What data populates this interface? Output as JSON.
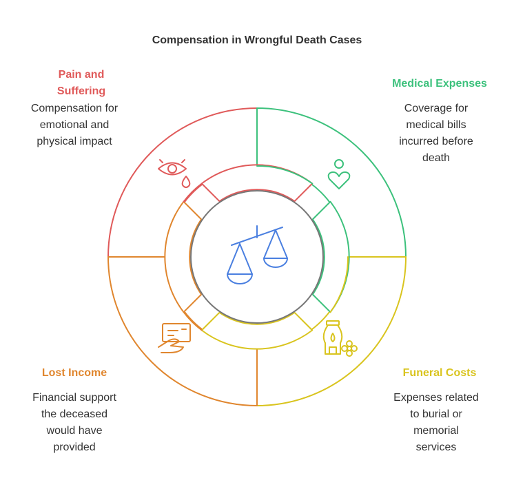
{
  "title": "Compensation in Wrongful Death Cases",
  "sections": {
    "pain": {
      "title_line1": "Pain and",
      "title_line2": "Suffering",
      "desc": [
        "Compensation for",
        "emotional and",
        "physical impact"
      ],
      "color": "#e05a5a"
    },
    "medical": {
      "title": "Medical Expenses",
      "desc": [
        "Coverage for",
        "medical bills",
        "incurred before",
        "death"
      ],
      "color": "#3cc17c"
    },
    "lost": {
      "title": "Lost Income",
      "desc": [
        "Financial support",
        "the deceased",
        "would have",
        "provided"
      ],
      "color": "#e0862e"
    },
    "funeral": {
      "title": "Funeral Costs",
      "desc": [
        "Expenses related",
        "to burial or",
        "memorial",
        "services"
      ],
      "color": "#d9c41e"
    }
  },
  "center_icon": "scales-of-justice-icon",
  "icons": {
    "pain": "crying-eye-icon",
    "medical": "heart-person-icon",
    "lost": "paycheck-hand-icon",
    "funeral": "urn-flower-icon"
  }
}
